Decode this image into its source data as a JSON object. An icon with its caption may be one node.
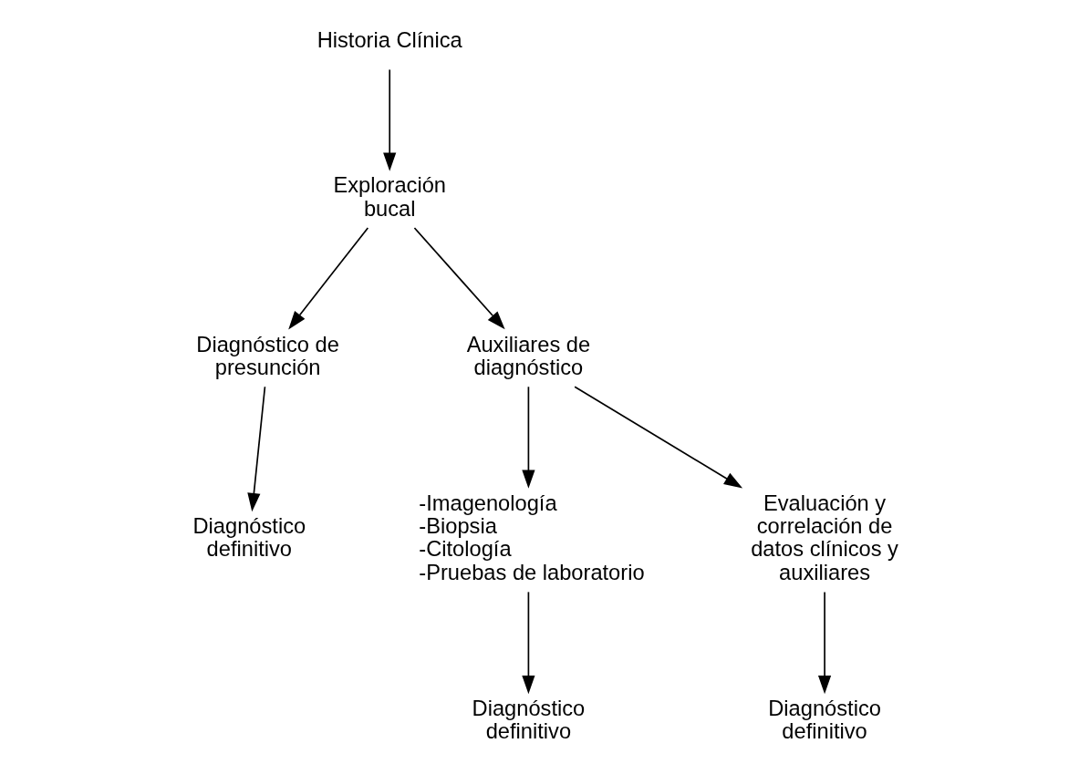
{
  "diagram": {
    "nodes": [
      {
        "text": [
          "Historia Clínica"
        ]
      },
      {
        "text": [
          "Exploración bucal"
        ]
      },
      {
        "text": [
          "Diagnóstico de presunción"
        ]
      },
      {
        "text": [
          "Auxiliares de diagnóstico"
        ]
      },
      {
        "text": [
          "Diagnóstico definitivo"
        ]
      },
      {
        "text": [
          "-Imagenología",
          "-Biopsia",
          "-Citología",
          "-Pruebas de laboratorio"
        ]
      },
      {
        "text": [
          "Evaluación y correlación de datos clínicos y auxiliares"
        ]
      },
      {
        "text": [
          "Diagnóstico definitivo"
        ]
      },
      {
        "text": [
          "Diagnóstico definitivo"
        ]
      }
    ],
    "edges": [
      {
        "from": 0,
        "to": 1,
        "arrow": "to"
      },
      {
        "from": 1,
        "to": 2,
        "arrow": "to"
      },
      {
        "from": 1,
        "to": 3,
        "arrow": "to"
      },
      {
        "from": 2,
        "to": 4,
        "arrow": "to"
      },
      {
        "from": 3,
        "to": 5,
        "arrow": "to"
      },
      {
        "from": 3,
        "to": 6,
        "arrow": "to"
      },
      {
        "from": 5,
        "to": 7,
        "arrow": "to"
      },
      {
        "from": 6,
        "to": 8,
        "arrow": "to"
      }
    ]
  }
}
